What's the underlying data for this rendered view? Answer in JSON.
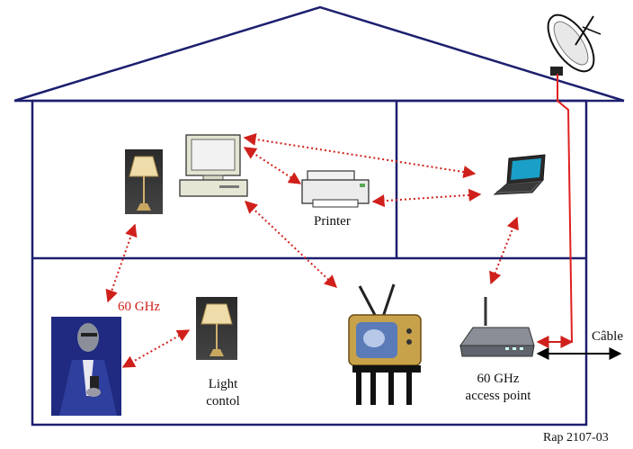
{
  "labels": {
    "printer": "Printer",
    "frequency": "60 GHz",
    "light_control_line1": "Light",
    "light_control_line2": "contol",
    "access_point_line1": "60 GHz",
    "access_point_line2": "access point",
    "cable": "Câble",
    "figure_ref": "Rap 2107-03"
  },
  "colors": {
    "house_outline": "#1c1f6e",
    "wireless_link": "#d0201b",
    "wired_link": "#000000",
    "cable_line": "#e02020"
  },
  "icons": [
    "satellite-dish-icon",
    "desktop-computer-icon",
    "printer-icon",
    "laptop-icon",
    "floor-lamp-icon",
    "table-lamp-icon",
    "person-with-remote-icon",
    "television-icon",
    "wireless-router-icon"
  ]
}
